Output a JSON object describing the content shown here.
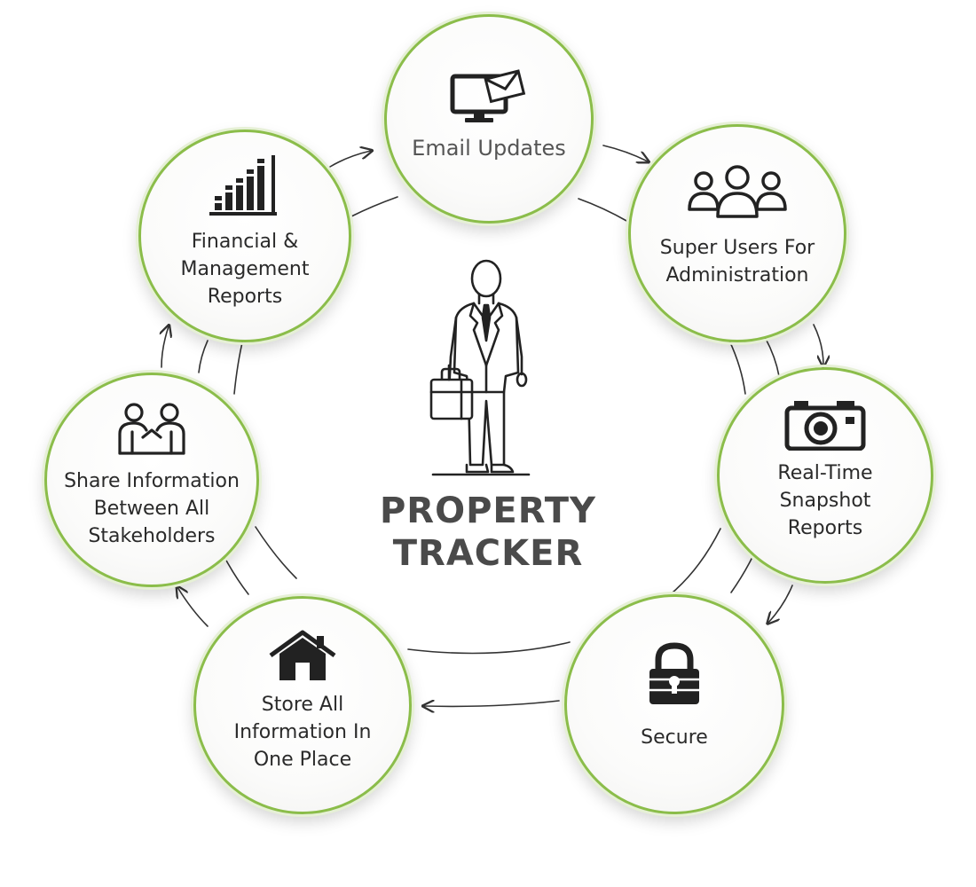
{
  "center": {
    "title": "PROPERTY\nTRACKER",
    "figure_icon": "businessman-with-briefcase-icon"
  },
  "accent_color": "#8bbd4a",
  "nodes": [
    {
      "id": "email",
      "label": "Email Updates",
      "icon": "monitor-email-icon"
    },
    {
      "id": "superusers",
      "label": "Super Users For\nAdministration",
      "icon": "user-group-icon"
    },
    {
      "id": "snapshot",
      "label": "Real-Time\nSnapshot\nReports",
      "icon": "camera-icon"
    },
    {
      "id": "secure",
      "label": "Secure",
      "icon": "padlock-icon"
    },
    {
      "id": "store",
      "label": "Store All\nInformation In\nOne Place",
      "icon": "house-icon"
    },
    {
      "id": "share",
      "label": "Share Information\nBetween All\nStakeholders",
      "icon": "handshake-icon"
    },
    {
      "id": "financial",
      "label": "Financial &\nManagement\nReports",
      "icon": "bar-chart-icon"
    }
  ]
}
